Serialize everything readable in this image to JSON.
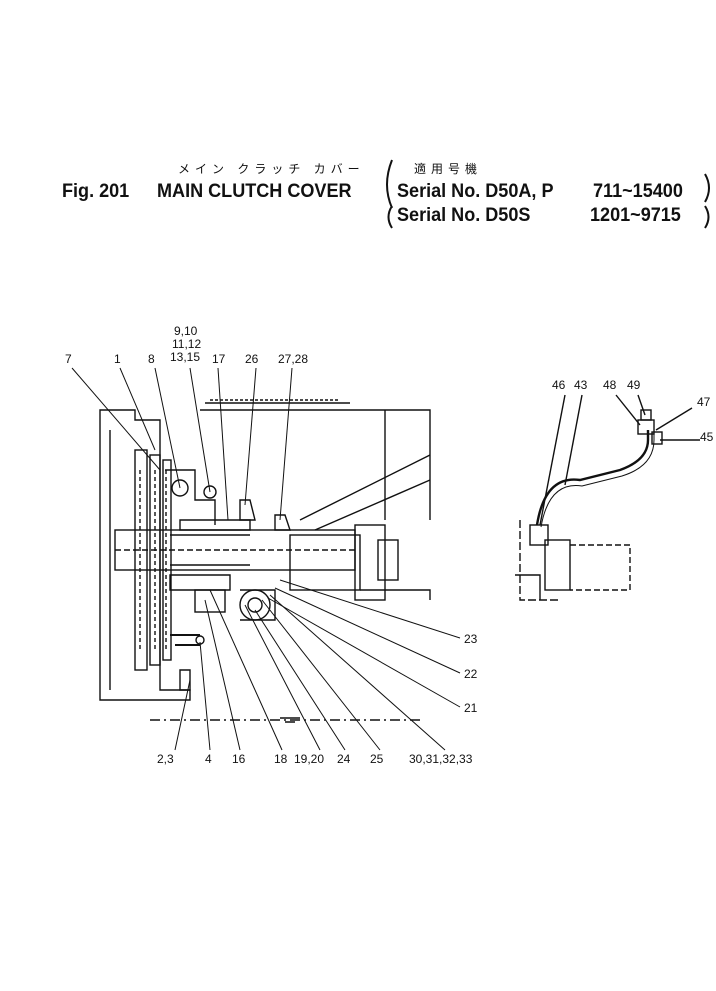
{
  "header": {
    "kana_title": "メイン クラッチ カバー",
    "kana_applicable": "適用号機",
    "fig_label": "Fig. 201",
    "title": "MAIN CLUTCH COVER",
    "serial_line1": "Serial No. D50A, P",
    "serial_range1": "711~15400",
    "serial_line2": "Serial No. D50S",
    "serial_range2": "1201~9715"
  },
  "callouts_top": [
    "7",
    "1",
    "8",
    "9,10",
    "11,12",
    "13,15",
    "17",
    "26",
    "27,28"
  ],
  "callouts_bottom": [
    "2,3",
    "4",
    "16",
    "18",
    "19,20",
    "24",
    "25",
    "30,31,32,33"
  ],
  "callouts_right": [
    "23",
    "22",
    "21"
  ],
  "callouts_pipe": [
    "46",
    "43",
    "48",
    "49",
    "47",
    "45"
  ]
}
